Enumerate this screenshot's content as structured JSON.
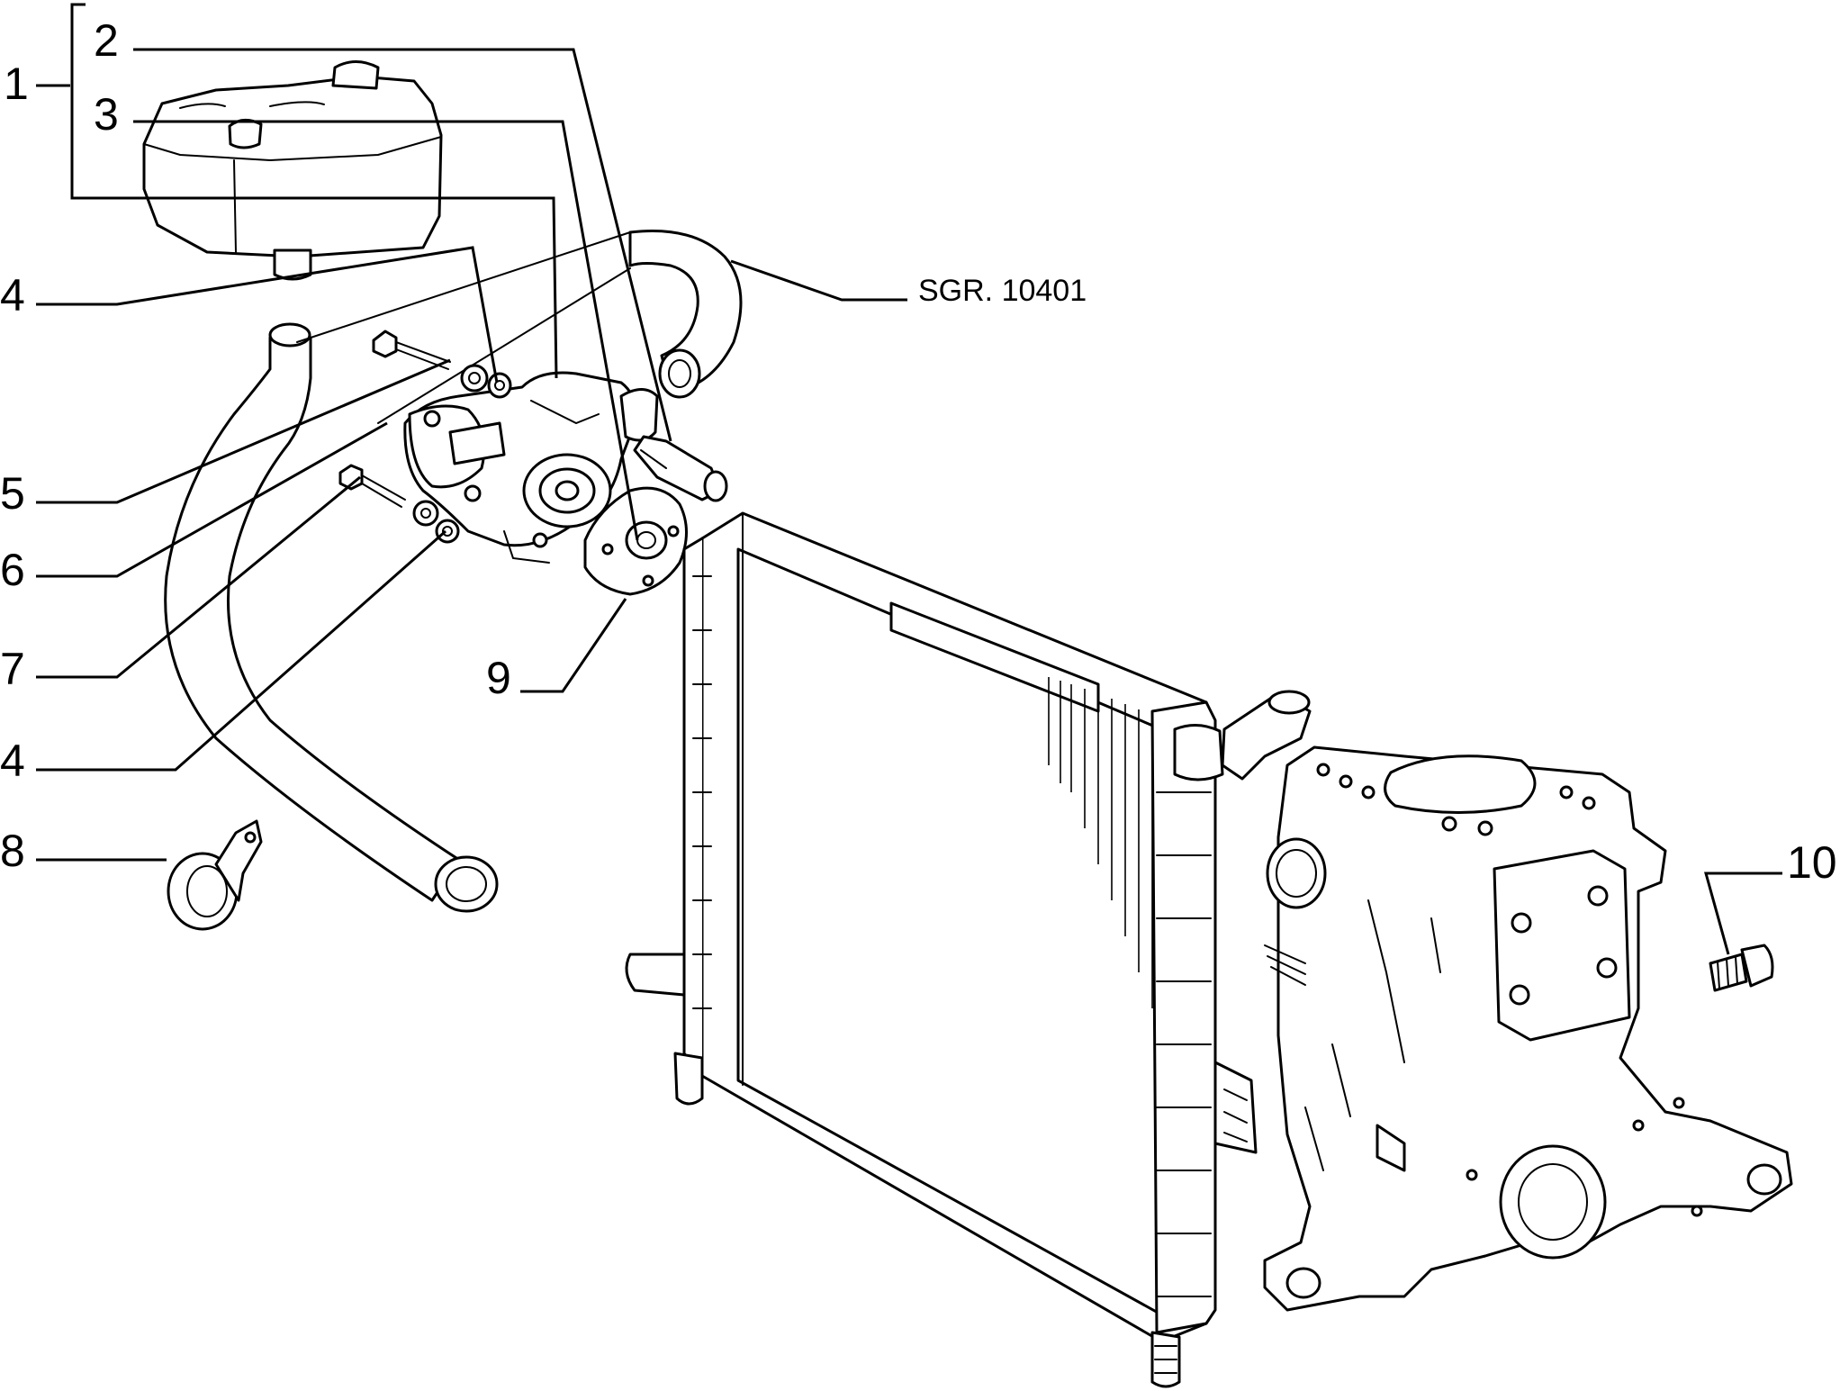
{
  "callouts": {
    "c1": "1",
    "c2": "2",
    "c3": "3",
    "c4a": "4",
    "c5": "5",
    "c6": "6",
    "c7": "7",
    "c4b": "4",
    "c8": "8",
    "c9": "9",
    "c10": "10"
  },
  "reference": "SGR. 10401"
}
